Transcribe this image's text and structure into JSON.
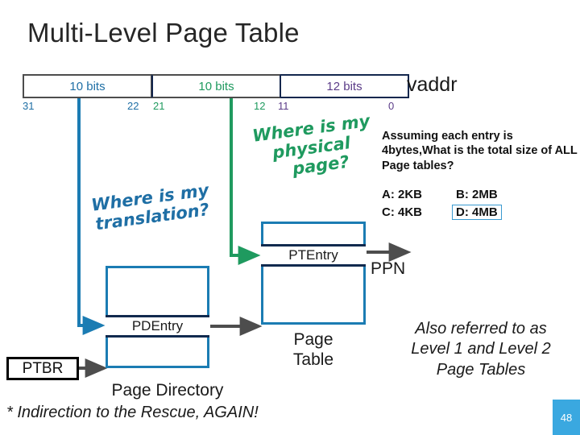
{
  "slide": {
    "title": "Multi-Level Page Table",
    "number": "48",
    "footnote": "* Indirection to the Rescue, AGAIN!",
    "accent_blue": "#1b7cb3",
    "accent_green": "#1f9a5f",
    "accent_purple": "#5b3c88",
    "accent_navy": "#112a4e",
    "slide_number_bg": "#3aa8e0"
  },
  "vaddr": {
    "label": "vaddr",
    "fields": [
      {
        "text": "10 bits",
        "color": "#1f6fa5"
      },
      {
        "text": "10 bits",
        "color": "#1f9a5f"
      },
      {
        "text": "12 bits",
        "color": "#5b3c88"
      }
    ],
    "bit_marks": {
      "b31": "31",
      "b22": "22",
      "b21": "21",
      "b12": "12",
      "b11": "11",
      "b0": "0"
    }
  },
  "annotations": {
    "translation": {
      "line1": "Where is my",
      "line2": "translation?",
      "color": "#1f6fa5"
    },
    "physical": {
      "line1": "Where is my",
      "line2": "physical",
      "line3": "page?",
      "color": "#1f9a5f"
    }
  },
  "question": {
    "prompt": "Assuming each entry is 4bytes,What is the total size of ALL Page tables?",
    "options": [
      {
        "key": "A",
        "label": "A: 2KB",
        "selected": false
      },
      {
        "key": "B",
        "label": "B: 2MB",
        "selected": false
      },
      {
        "key": "C",
        "label": "C: 4KB",
        "selected": false
      },
      {
        "key": "D",
        "label": "D: 4MB",
        "selected": true
      }
    ]
  },
  "diagram": {
    "ptbr": "PTBR",
    "pd_entry": "PDEntry",
    "pt_entry": "PTEntry",
    "page_directory_label": "Page Directory",
    "page_table_label": "Page\nTable",
    "ppn_label": "PPN",
    "side_note": "Also referred to as Level 1 and Level 2 Page Tables"
  }
}
